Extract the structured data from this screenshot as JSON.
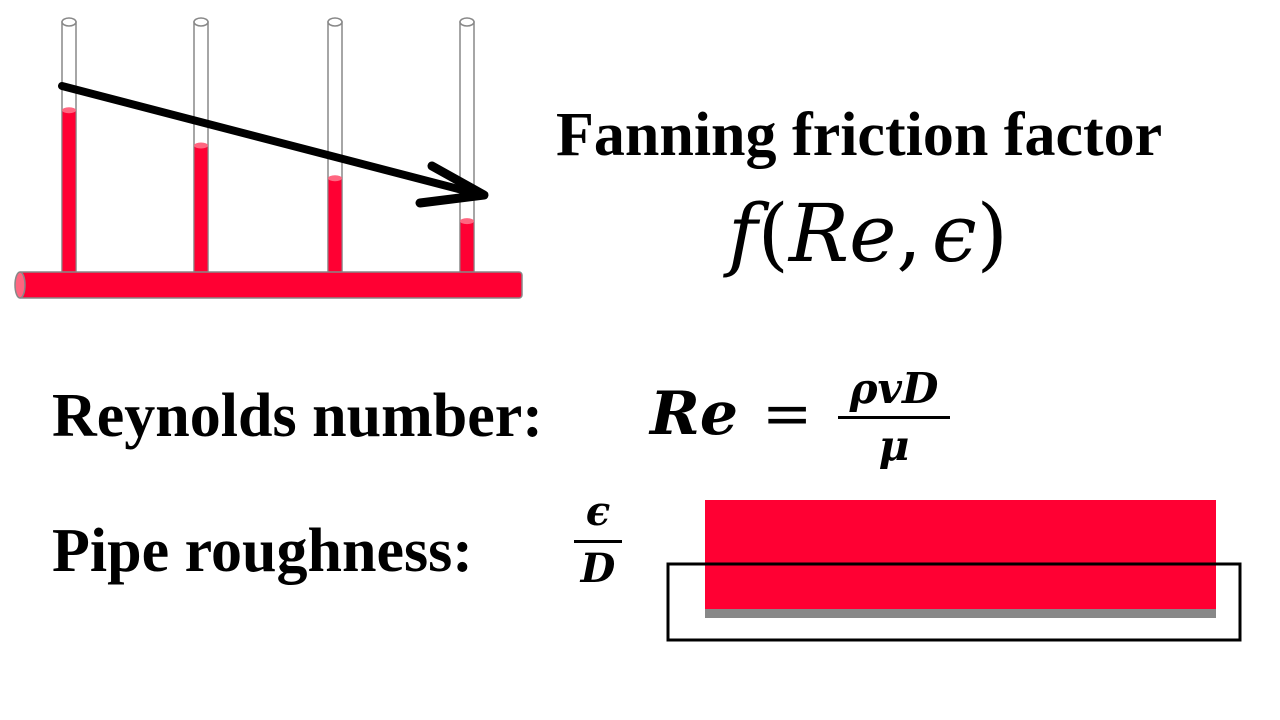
{
  "title": {
    "heading": "Fanning friction factor",
    "function_name": "f",
    "open_paren": "(",
    "arg1": "Re",
    "comma": ",",
    "arg2": "ϵ",
    "close_paren": ")"
  },
  "reynolds": {
    "label": "Reynolds number:",
    "symbol": "Re",
    "equals": "=",
    "numerator": "ρvD",
    "denominator": "μ"
  },
  "roughness": {
    "label": "Pipe roughness:",
    "numerator": "ϵ",
    "denominator": "D"
  },
  "colors": {
    "fluid": "#ff0033",
    "fluid_top": "#ff6680",
    "tube_outline": "#888888",
    "pipe_wall": "#888888",
    "outline": "#000000"
  },
  "manometer": {
    "fluid_levels": [
      0.65,
      0.51,
      0.38,
      0.21
    ]
  }
}
